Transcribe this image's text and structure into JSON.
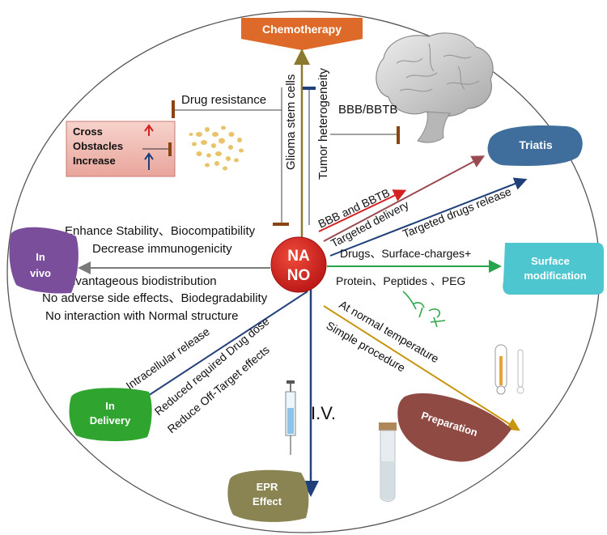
{
  "center": {
    "line1": "NA",
    "line2": "NO"
  },
  "nodes": {
    "chemotherapy": "Chemotherapy",
    "triatis": "Triatis",
    "surface_modification": [
      "Surface",
      "modification"
    ],
    "preparation": "Preparation",
    "epr_effect": [
      "EPR",
      "Effect"
    ],
    "in_delivery": [
      "In",
      "Delivery"
    ],
    "in_vivo": [
      "In",
      "vivo"
    ]
  },
  "labels": {
    "drug_resistance": "Drug resistance",
    "glioma_stem_cells": "Glioma stem cells",
    "tumor_heterogeneity": "Tumor heterogeneity",
    "bbb_bbtb_top": "BBB/BBTB",
    "legend_cross": "Cross",
    "legend_obstacles": "Obstacles",
    "legend_increase": "Increase",
    "bbb_and_bbtb": "BBB and BBTB",
    "targeted_delivery": "Targeted delivery",
    "targeted_drugs_release": "Targeted drugs release",
    "drugs_surface_charges": "Drugs、Surface-charges+",
    "protein_peptides_peg": "Protein、Peptides  、PEG",
    "at_normal_temperature": "At normal temperature",
    "simple_procedure": "Simple procedure",
    "iv": "I.V.",
    "intracellular_release": "Intracellular release",
    "reduced_required_drug_dose": "Reduced required Drug dose",
    "reduce_off_target_effects": "Reduce Off-Target effects",
    "enhance_stability": "Enhance Stability、Biocompatibility",
    "decrease_immunogenicity": "Decrease immunogenicity",
    "advantageous_biodistribution": "Advantageous biodistribution",
    "no_adverse_side_effects": "No adverse side effects、Biodegradability",
    "no_interaction": "No interaction with Normal structure"
  },
  "colors": {
    "center_red": "#cc1f1f",
    "chemotherapy": "#dd6a28",
    "triatis": "#3f6e9c",
    "surface_modification": "#4dc6cf",
    "preparation": "#8f4a44",
    "epr_effect": "#8a8352",
    "in_delivery": "#2fa52f",
    "in_vivo": "#7a4e9b",
    "chemo_arrow": "#8a7a30",
    "bbb_red": "#d42020",
    "triatis_arrow": "#9a4a50",
    "release_arrow": "#1f3f7a",
    "surface_arrow": "#27a54a",
    "prep_arrow": "#c8960e",
    "epr_arrow": "#24407a",
    "delivery_arrow": "#24407a",
    "vivo_arrow": "#7a7a7a",
    "inhibit_bar": "#8b4513",
    "legend_bg": "#efb8b0"
  },
  "icons": [
    "brain-icon",
    "cell-cluster-icon",
    "thermometer-icon",
    "syringe-icon",
    "test-tube-icon",
    "handwriting-mark"
  ]
}
